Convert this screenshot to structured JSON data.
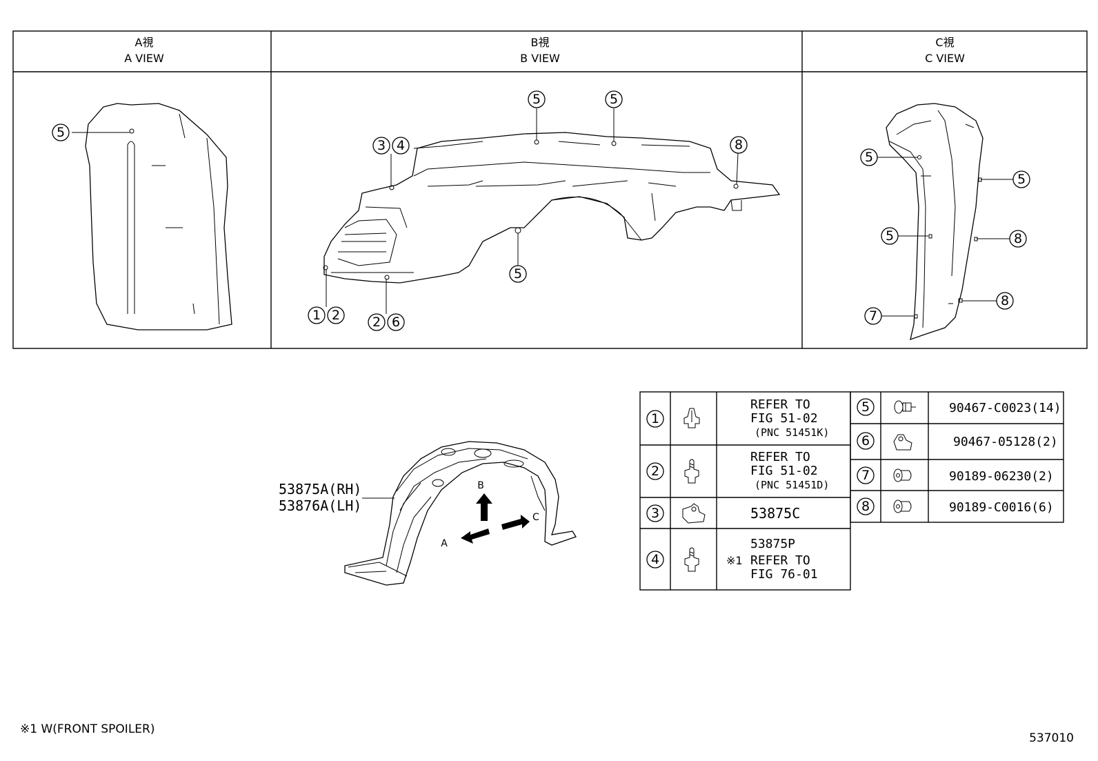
{
  "views": [
    {
      "kanji": "A視",
      "label": "A VIEW"
    },
    {
      "kanji": "B視",
      "label": "B VIEW"
    },
    {
      "kanji": "C視",
      "label": "C VIEW"
    }
  ],
  "callouts": {
    "a_view": [
      "5"
    ],
    "b_view": [
      "5",
      "5",
      "3",
      "4",
      "8",
      "5",
      "1",
      "2",
      "2",
      "6"
    ],
    "c_view": [
      "5",
      "5",
      "5",
      "8",
      "7",
      "8"
    ]
  },
  "main_part": {
    "rh": "53875A(RH)",
    "lh": "53876A(LH)",
    "arrows": [
      "A",
      "B",
      "C"
    ]
  },
  "parts_table_left": [
    {
      "num": "1",
      "icon": "clip-icon",
      "lines": [
        "REFER TO",
        "FIG 51-02",
        "(PNC 51451K)"
      ]
    },
    {
      "num": "2",
      "icon": "screw-icon",
      "lines": [
        "REFER TO",
        "FIG 51-02",
        "(PNC 51451D)"
      ]
    },
    {
      "num": "3",
      "icon": "nut-clip-icon",
      "lines": [
        "53875C"
      ]
    },
    {
      "num": "4",
      "icon": "screw-icon",
      "lines": [
        "53875P",
        "REFER TO",
        "FIG 76-01"
      ],
      "mark": "※1"
    }
  ],
  "parts_table_right": [
    {
      "num": "5",
      "icon": "push-clip-icon",
      "part": "90467-C0023(14)"
    },
    {
      "num": "6",
      "icon": "nut-clip-icon",
      "part": "90467-05128(2)"
    },
    {
      "num": "7",
      "icon": "grommet-icon",
      "part": "90189-06230(2)"
    },
    {
      "num": "8",
      "icon": "grommet-icon",
      "part": "90189-C0016(6)"
    }
  ],
  "footnote": "※1 W(FRONT SPOILER)",
  "figure_number": "537010"
}
